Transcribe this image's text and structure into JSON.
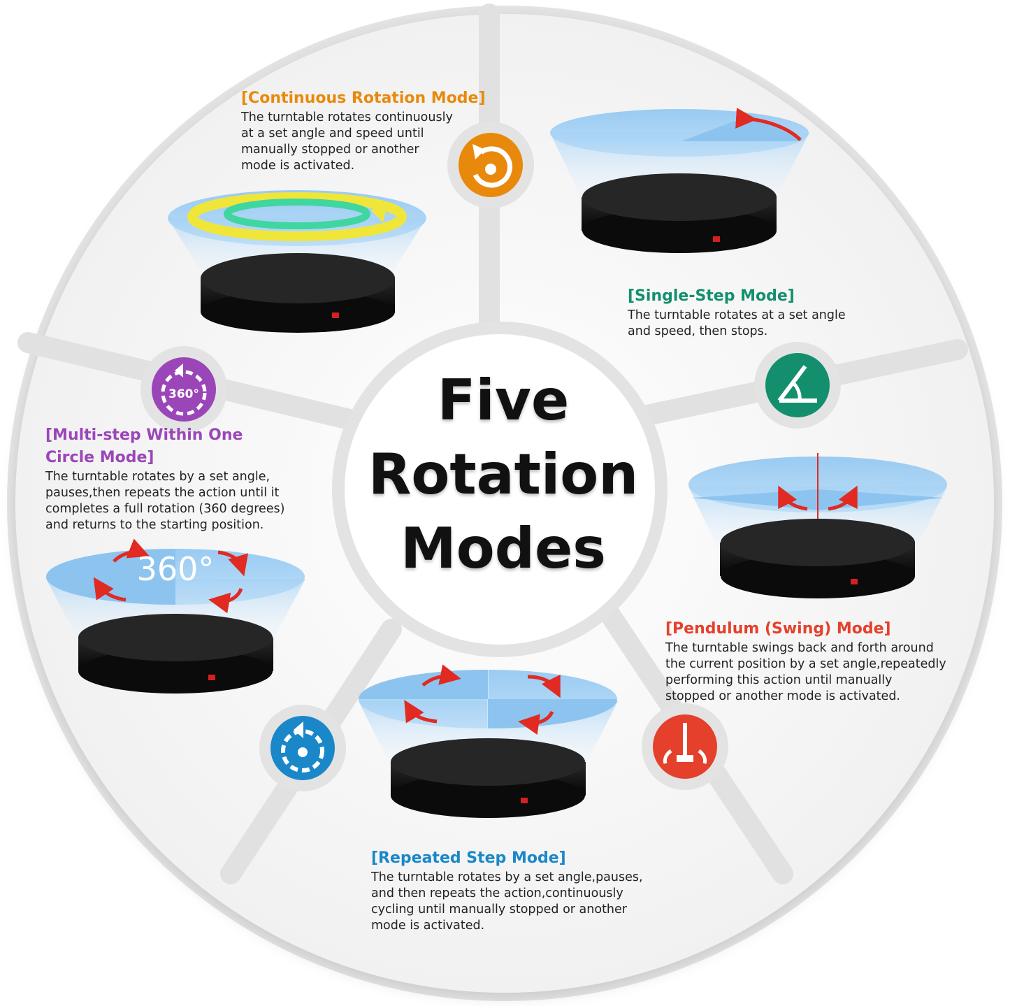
{
  "center": {
    "line1": "Five",
    "line2": "Rotation",
    "line3": "Modes"
  },
  "modes": {
    "continuous": {
      "title": "[Continuous Rotation Mode]",
      "desc": [
        "The turntable rotates continuously",
        "at a set angle and speed until",
        "manually stopped or another",
        "mode is activated."
      ],
      "color": "#e8890c",
      "icon": "continuous-rotation-icon"
    },
    "single": {
      "title": "[Single-Step Mode]",
      "desc": [
        "The turntable rotates at a set angle",
        "and speed, then stops."
      ],
      "color": "#138f6e",
      "icon": "angle-icon"
    },
    "multi": {
      "title_line1": "[Multi-step Within One",
      "title_line2": "Circle Mode]",
      "desc": [
        "The turntable rotates by a set angle,",
        "pauses,then repeats the action until it",
        "completes a full rotation (360 degrees)",
        "and returns to the starting position."
      ],
      "color": "#9b46b8",
      "icon": "rotate-360-icon",
      "icon_text": "360°",
      "plate_text": "360°"
    },
    "pendulum": {
      "title": "[Pendulum (Swing) Mode]",
      "desc": [
        "The turntable swings back and forth around",
        "the current position by a set angle,repeatedly",
        "performing this action until manually",
        "stopped or another mode is activated."
      ],
      "color": "#e5402c",
      "icon": "pendulum-icon"
    },
    "repeated": {
      "title": "[Repeated Step Mode]",
      "desc": [
        "The turntable rotates by a set angle,pauses,",
        "and then repeats the action,continuously",
        "cycling until manually stopped or another",
        "mode is activated."
      ],
      "color": "#1a87c9",
      "icon": "repeated-step-icon"
    }
  }
}
